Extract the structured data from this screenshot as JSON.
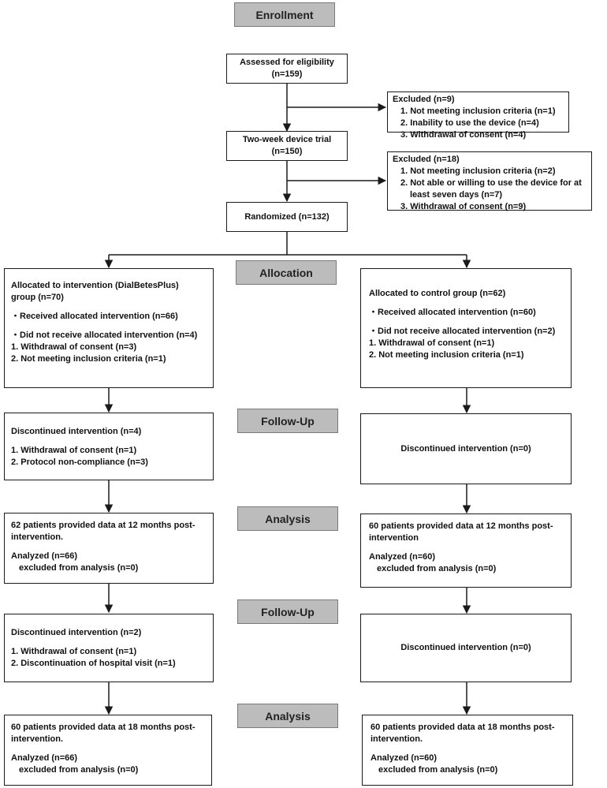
{
  "stages": {
    "enrollment": "Enrollment",
    "allocation": "Allocation",
    "follow_up_1": "Follow-Up",
    "analysis_1": "Analysis",
    "follow_up_2": "Follow-Up",
    "analysis_2": "Analysis"
  },
  "assessed": {
    "line1": "Assessed for eligibility",
    "line2": "(n=159)"
  },
  "excluded1": {
    "title": "Excluded (n=9)",
    "items": [
      "1. Not meeting inclusion criteria (n=1)",
      "2. Inability to use the device (n=4)",
      "3. Withdrawal of consent (n=4)"
    ]
  },
  "trial": {
    "line1": "Two-week device trial",
    "line2": "(n=150)"
  },
  "excluded2": {
    "title": "Excluded (n=18)",
    "items": [
      "1. Not meeting inclusion criteria (n=2)",
      "2. Not able or willing to use the device for at",
      "least seven days  (n=7)",
      "3. Withdrawal of consent (n=9)"
    ]
  },
  "randomized": "Randomized  (n=132)",
  "intervention_alloc": {
    "line1": "Allocated to intervention (DialBetesPlus)",
    "line2": "group (n=70)",
    "received": "・Received allocated intervention (n=66)",
    "not_received": "・Did not receive allocated intervention (n=4)",
    "items": [
      "1.  Withdrawal of consent (n=3)",
      "2.    Not meeting inclusion criteria (n=1)"
    ]
  },
  "control_alloc": {
    "line1": "Allocated to control group (n=62)",
    "received": "・Received allocated intervention (n=60)",
    "not_received": "・Did not receive allocated intervention (n=2)",
    "items": [
      "1.  Withdrawal of consent (n=1)",
      "2.    Not meeting inclusion criteria (n=1)"
    ]
  },
  "intervention_fu1": {
    "title": "Discontinued intervention (n=4)",
    "items": [
      "1.  Withdrawal of consent (n=1)",
      "2.    Protocol non-compliance (n=3)"
    ]
  },
  "control_fu1": {
    "title": "Discontinued intervention (n=0)"
  },
  "intervention_an1": {
    "line1": "62 patients provided data at 12 months post-",
    "line2": "intervention.",
    "analyzed": "Analyzed  (n=66)",
    "excluded": "excluded from analysis (n=0)"
  },
  "control_an1": {
    "line1": "60 patients provided data at 12 months post-",
    "line2": "intervention",
    "analyzed": "Analyzed  (n=60)",
    "excluded": "excluded from analysis (n=0)"
  },
  "intervention_fu2": {
    "title": "Discontinued intervention (n=2)",
    "items": [
      "1.    Withdrawal of consent (n=1)",
      "2.    Discontinuation of hospital visit (n=1)"
    ]
  },
  "control_fu2": {
    "title": "Discontinued intervention (n=0)"
  },
  "intervention_an2": {
    "line1": "60 patients provided data at 18 months post-",
    "line2": "intervention.",
    "analyzed": "Analyzed  (n=66)",
    "excluded": "excluded from analysis (n=0)"
  },
  "control_an2": {
    "line1": "60 patients provided data at 18 months post-",
    "line2": "intervention.",
    "analyzed": "Analyzed  (n=60)",
    "excluded": "excluded from analysis (n=0)"
  }
}
